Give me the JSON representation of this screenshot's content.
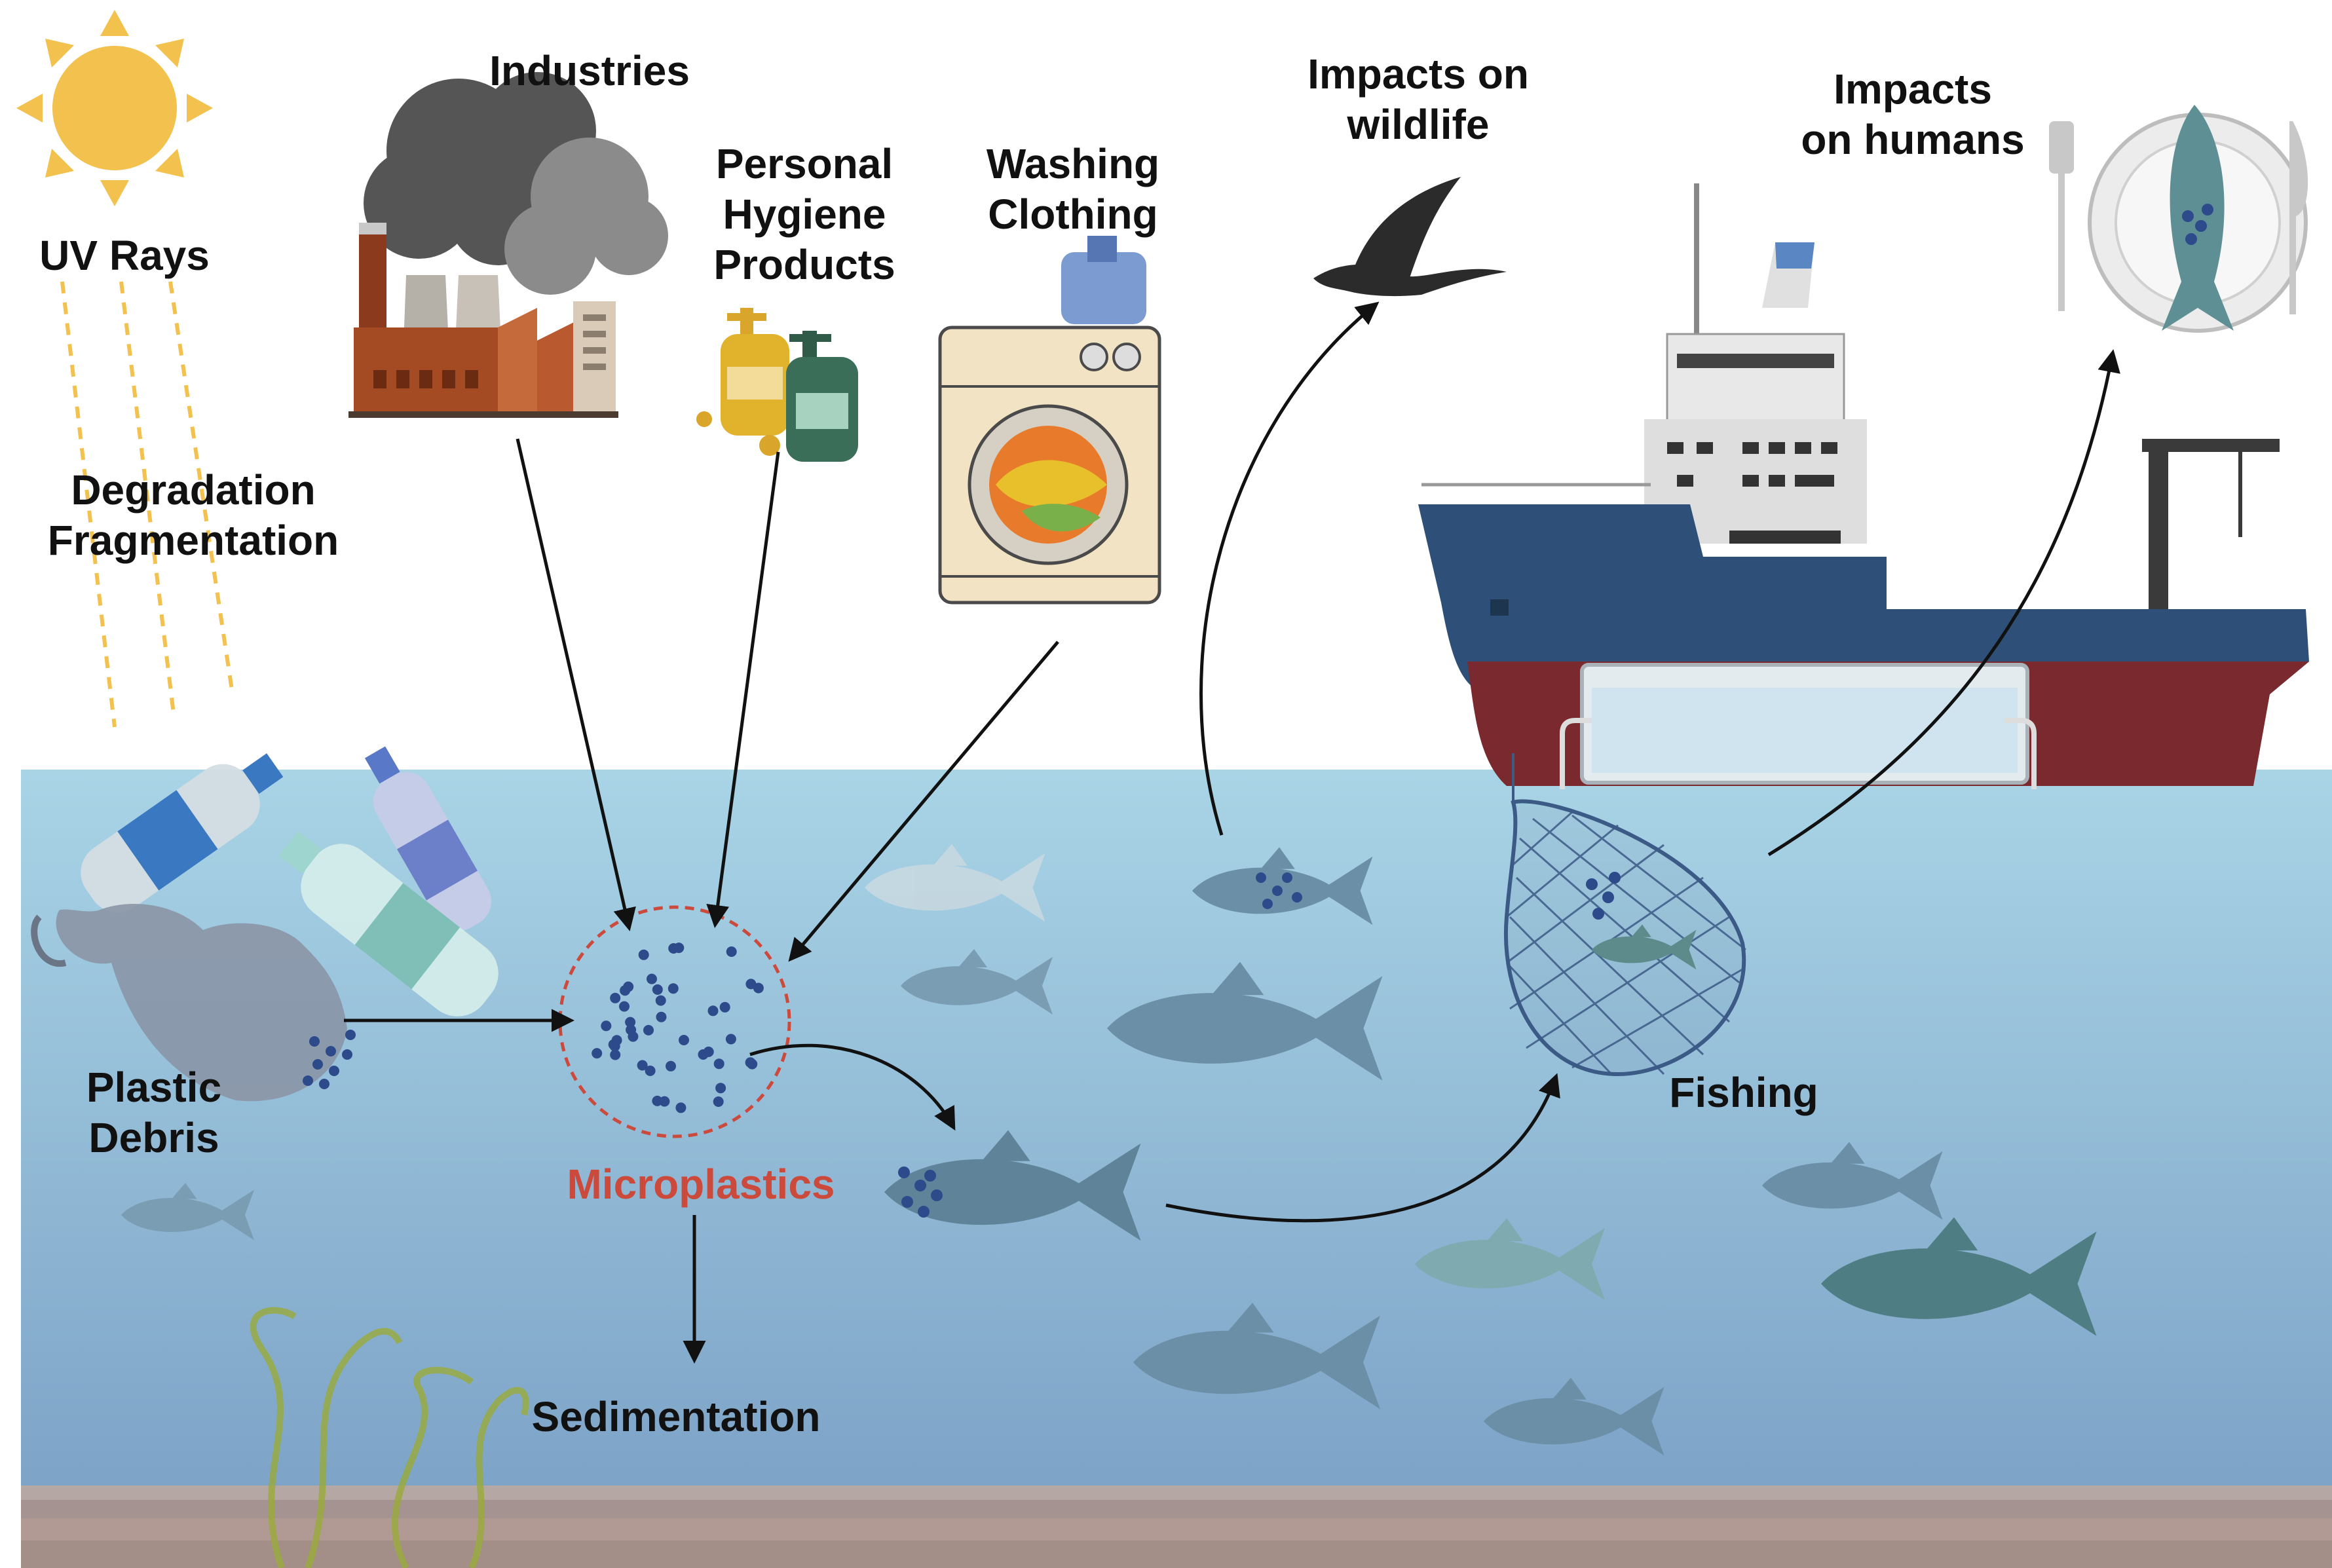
{
  "labels": {
    "uv_rays": "UV Rays",
    "degradation": [
      "Degradation",
      "Fragmentation"
    ],
    "industries": "Industries",
    "personal_hygiene": [
      "Personal",
      "Hygiene",
      "Products"
    ],
    "washing_clothing": [
      "Washing",
      "Clothing"
    ],
    "impacts_wildlife": [
      "Impacts on",
      "wildlife"
    ],
    "impacts_humans": [
      "Impacts",
      "on humans"
    ],
    "plastic_debris": [
      "Plastic",
      "Debris"
    ],
    "microplastics": "Microplastics",
    "fishing": "Fishing",
    "sedimentation": "Sedimentation"
  },
  "colors": {
    "water_top": "#a9d4e6",
    "water_bottom": "#7da3c7",
    "seabed": "#a08d8a",
    "sun": "#f2c14e",
    "microplastics_label": "#cc4a3c",
    "particle": "#2d4a8a",
    "ship_hull": "#2e4f78",
    "ship_hull_lower": "#7a2a2e",
    "arrow": "#111111"
  },
  "icons": [
    "sun-icon",
    "factory-icon",
    "soap-bottles-icon",
    "washing-machine-icon",
    "bird-icon",
    "fish-plate-icon",
    "fishing-ship-icon",
    "fishing-net-icon",
    "plastic-bottle-icon",
    "plastic-bag-icon",
    "seaweed-icon",
    "fish-icon"
  ]
}
